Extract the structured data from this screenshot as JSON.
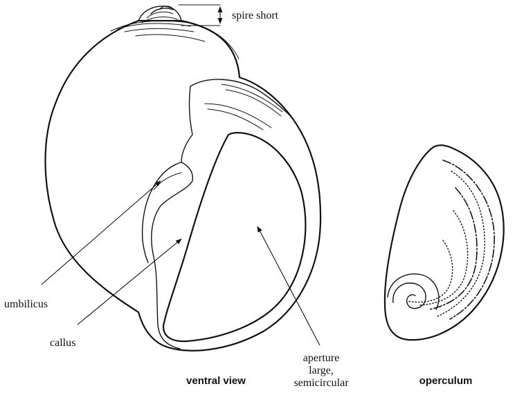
{
  "labels": {
    "spire": "spire short",
    "umbilicus": "umbilicus",
    "callus": "callus",
    "aperture_line1": "aperture",
    "aperture_line2": "large,",
    "aperture_line3": "semicircular",
    "ventral_view": "ventral view",
    "operculum": "operculum"
  },
  "colors": {
    "ink": "#111111",
    "background": "#ffffff"
  }
}
